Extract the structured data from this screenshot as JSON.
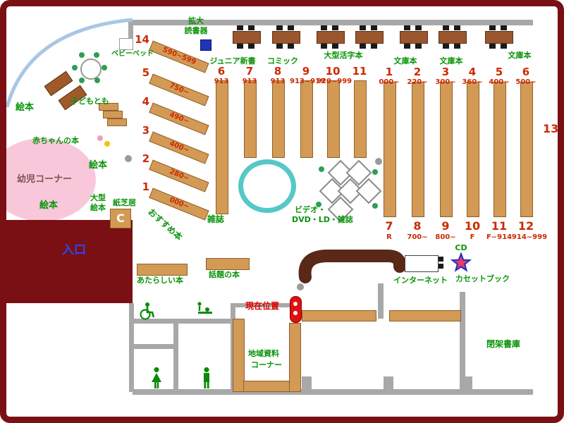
{
  "labels": {
    "ehon_upper": "絵本",
    "ehon_mid": "絵本",
    "ehon_lower": "絵本",
    "baby_books": "赤ちゃんの本",
    "toddler": "幼児コーナー",
    "kodomotomo": "子どもとも",
    "baby_bed": "ベビーベッド",
    "oogata_l1": "大型",
    "oogata_l2": "絵本",
    "kamishibai": "紙芝居",
    "c_mark": "C",
    "mag_l1": "拡大",
    "mag_l2": "読書器",
    "junior": "ジュニア新書",
    "comic": "コミック",
    "large_print": "大型活字本",
    "bunko_a": "文庫本",
    "bunko_b": "文庫本",
    "bunko_c": "文庫本",
    "recommended": "おすすめ本",
    "magazines": "雑誌",
    "av_l1": "ビデオ・",
    "av_l2": "DVD・LD・雑誌",
    "shelf13": "13",
    "entrance": "入口",
    "new_books": "あたらしい本",
    "topic_books": "話題の本",
    "current_loc": "現在位置",
    "internet": "インターネット",
    "cd": "CD",
    "cassette": "カセットブック",
    "local_l1": "地域資料",
    "local_l2": "コーナー",
    "closed_stacks": "閉架書庫"
  },
  "diag": [
    {
      "num": "14",
      "range": "590~599"
    },
    {
      "num": "5",
      "range": "750~"
    },
    {
      "num": "4",
      "range": "490~"
    },
    {
      "num": "3",
      "range": "400~"
    },
    {
      "num": "2",
      "range": "280~"
    },
    {
      "num": "1",
      "range": "000~"
    }
  ],
  "stacks_top": [
    {
      "num": "6",
      "range": "913"
    },
    {
      "num": "7",
      "range": "913"
    },
    {
      "num": "8",
      "range": "913"
    },
    {
      "num": "9",
      "range": "913~919"
    },
    {
      "num": "10",
      "range": "920~999"
    },
    {
      "num": "11",
      "range": ""
    },
    {
      "num": "1",
      "range": "000~"
    },
    {
      "num": "2",
      "range": "220~"
    },
    {
      "num": "3",
      "range": "300~"
    },
    {
      "num": "4",
      "range": "360~"
    },
    {
      "num": "5",
      "range": "400~"
    },
    {
      "num": "6",
      "range": "500~"
    }
  ],
  "stacks_bottom": [
    {
      "num": "7",
      "range": "R"
    },
    {
      "num": "8",
      "range": "700~"
    },
    {
      "num": "9",
      "range": "800~"
    },
    {
      "num": "10",
      "range": "F"
    },
    {
      "num": "11",
      "range": "F~914"
    },
    {
      "num": "12",
      "range": "914~999"
    }
  ],
  "colors": {
    "frame": "#7a1014",
    "shelf": "#d29a55",
    "green": "#089408",
    "red": "#cc2a00",
    "teal": "#55c8c8",
    "pink": "#f8c8da",
    "wall": "#a8a8a8",
    "entrance_blue": "#2b46f0",
    "counter": "#5a2817"
  }
}
